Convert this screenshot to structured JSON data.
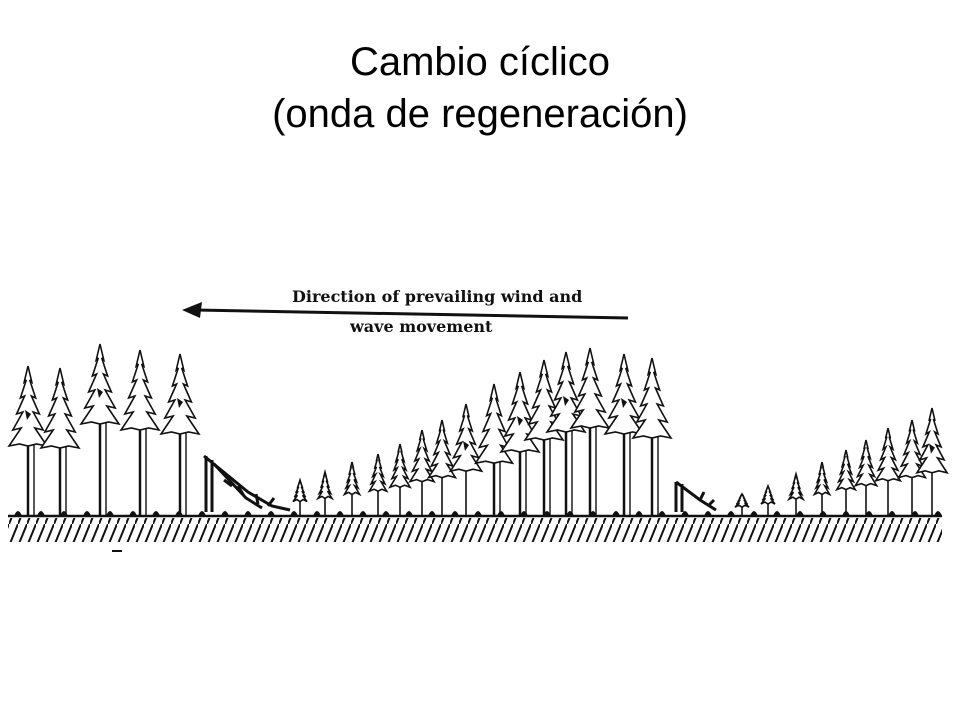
{
  "slide": {
    "title_line1": "Cambio cíclico",
    "title_line2": "(onda de regeneración)"
  },
  "diagram": {
    "label_line1": "Direction of prevailing wind and",
    "label_line2": "wave movement",
    "arrow_direction": "left",
    "ink_color": "#111111",
    "background_color": "#ffffff"
  }
}
